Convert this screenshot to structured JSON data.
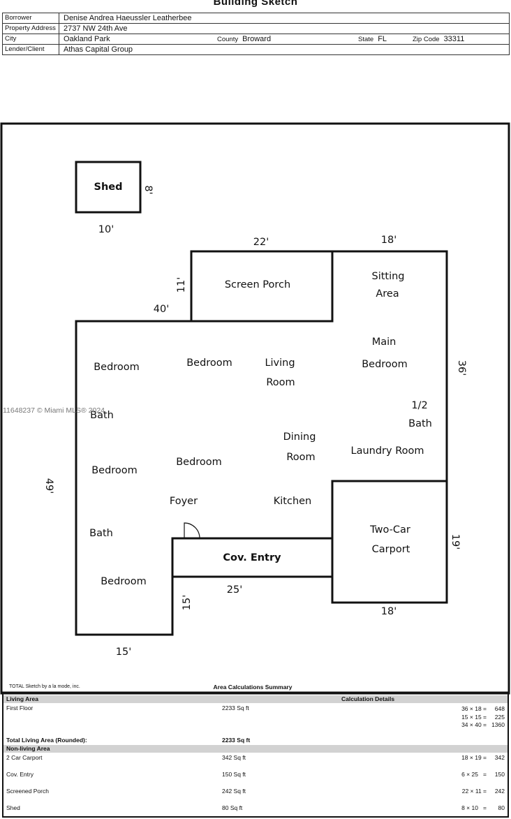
{
  "header": {
    "title": "Building Sketch"
  },
  "info": {
    "borrower_label": "Borrower",
    "borrower": "Denise Andrea Haeussler Leatherbee",
    "address_label": "Property Address",
    "address": "2737 NW 24th Ave",
    "city_label": "City",
    "city": "Oakland Park",
    "county_label": "County",
    "county": "Broward",
    "state_label": "State",
    "state": "FL",
    "zip_label": "Zip Code",
    "zip": "33311",
    "lender_label": "Lender/Client",
    "lender": "Athas Capital Group"
  },
  "sketch": {
    "watermark": "11648237 © Miami MLS® 2024",
    "shed": "Shed",
    "shed_w": "10'",
    "shed_h": "8'",
    "dims": {
      "porch_top": "22'",
      "sitting_top": "18'",
      "porch_side": "11'",
      "left_top": "40'",
      "right_side": "36'",
      "left_side": "49'",
      "carport_side": "19'",
      "entry_bottom": "25'",
      "entry_side": "15'",
      "carport_bottom": "18'",
      "bottom_left": "15'"
    },
    "rooms": {
      "screen_porch": "Screen Porch",
      "sitting_1": "Sitting",
      "sitting_2": "Area",
      "main_1": "Main",
      "main_2": "Bedroom",
      "bedroom": "Bedroom",
      "living_1": "Living",
      "living_2": "Room",
      "bath": "Bath",
      "half_1": "1/2",
      "half_2": "Bath",
      "dining_1": "Dining",
      "dining_2": "Room",
      "laundry": "Laundry Room",
      "foyer": "Foyer",
      "kitchen": "Kitchen",
      "carport_1": "Two-Car",
      "carport_2": "Carport",
      "cov_entry": "Cov. Entry"
    },
    "footer_left": "TOTAL Sketch by a la mode, inc.",
    "footer_center": "Area Calculations Summary"
  },
  "area": {
    "living_header": "Living Area",
    "calc_header": "Calculation Details",
    "first_floor": "First Floor",
    "first_floor_sqft": "2233 Sq ft",
    "first_calc": [
      "36 × 18 =     648",
      "15 × 15 =     225",
      "34 × 40 =   1360"
    ],
    "total_label": "Total Living Area (Rounded):",
    "total_value": "2233 Sq ft",
    "nonliving_header": "Non-living Area",
    "rows": [
      {
        "name": "2 Car Carport",
        "sqft": "342 Sq ft",
        "calc": "18 × 19 =     342"
      },
      {
        "name": "Cov. Entry",
        "sqft": "150 Sq ft",
        "calc": "6 × 25   =     150"
      },
      {
        "name": "Screened Porch",
        "sqft": "242 Sq ft",
        "calc": "22 × 11 =     242"
      },
      {
        "name": "Shed",
        "sqft": "80 Sq ft",
        "calc": "8 × 10   =       80"
      }
    ]
  }
}
